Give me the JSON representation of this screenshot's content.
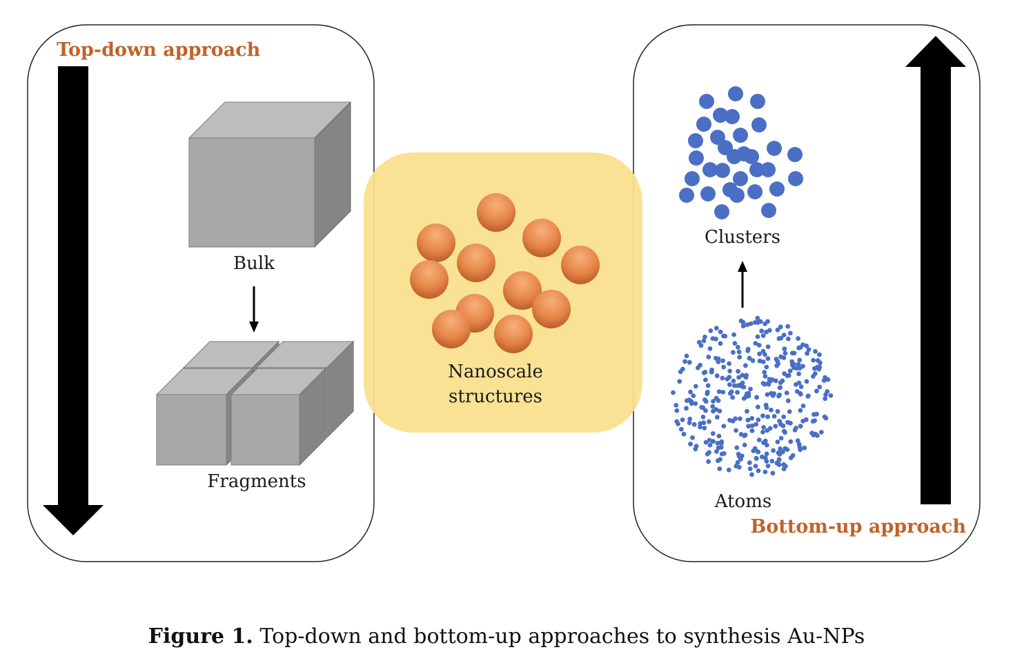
{
  "panels": {
    "top_down": {
      "title": "Top-down approach",
      "bulk_label": "Bulk",
      "fragments_label": "Fragments"
    },
    "center": {
      "label_line1": "Nanoscale",
      "label_line2": "structures"
    },
    "bottom_up": {
      "title": "Bottom-up approach",
      "clusters_label": "Clusters",
      "atoms_label": "Atoms"
    }
  },
  "caption": {
    "prefix": "Figure 1.",
    "text": " Top-down and bottom-up approaches to synthesis Au-NPs"
  },
  "colors": {
    "approach_title": "#c0632a",
    "highlight_box": "#f9e08d",
    "cube_front": "#a8a8a8",
    "cube_top": "#bdbdbd",
    "cube_side": "#858585",
    "particle_light": "#f4a46a",
    "particle_dark": "#b95a25",
    "dot_blue": "#4a6fc4"
  }
}
